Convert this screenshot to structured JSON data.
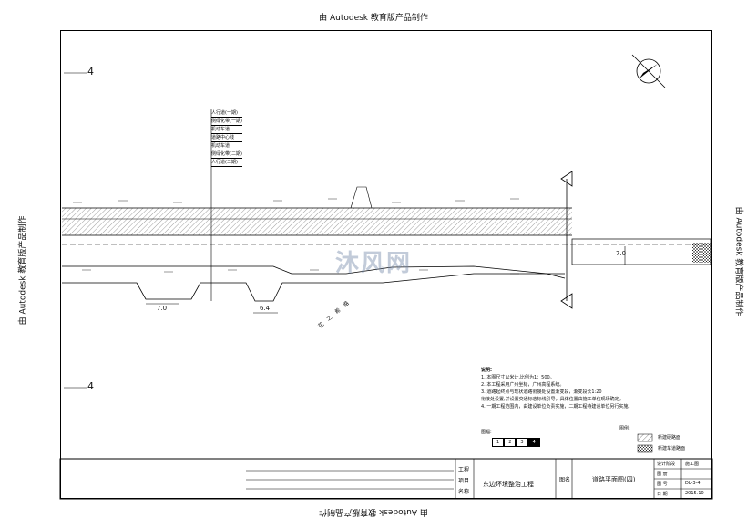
{
  "watermark": {
    "top": "由 Autodesk 教育版产品制作",
    "bottom": "由 Autodesk 教育版产品制作",
    "left": "由 Autodesk 教育版产品制作",
    "right": "由 Autodesk 教育版产品制作"
  },
  "grid_label_top": "4",
  "grid_label_bottom": "4",
  "lane_labels": [
    "人行道(一期)",
    "侧绿化带(一期)",
    "机动车道",
    "道路中心线",
    "机动车道",
    "侧绿化带(二期)",
    "人行道(二期)"
  ],
  "dims": {
    "left_width": "7.0",
    "mid_width": "6.4",
    "right_width": "7.0"
  },
  "road_name_vertical": "花之希路",
  "site_watermark": "沐风网",
  "notes": {
    "heading": "说明:",
    "items": [
      "1. 本图尺寸以米计,比例为1：500。",
      "2. 本工程采用广州坐标，广州高程系统。",
      "3. 道路起终点与现状道路衔接处设置渐变段，渐变段长1:20",
      "   衔接处设置,并设置交通标志标线引导，具体位置由施工单位现场确定。",
      "4. 一期工程范围内，由建设单位负责实施，二期工程待建设单位另行实施。"
    ]
  },
  "sheet_tabs_label": "图幅:",
  "sheet_tabs": [
    "1",
    "2",
    "3",
    "4"
  ],
  "legend": {
    "label": "图例:",
    "items": [
      "新建硬路面",
      "新建车道路面"
    ]
  },
  "title_block": {
    "project_label_1": "工程",
    "project_label_2": "项目",
    "project_label_3": "名称",
    "project_name": "东边环境整治工程",
    "drawing_label": "图名",
    "drawing_name": "道路平面图(四)",
    "rows": [
      {
        "key": "设计阶段",
        "value": "施工图"
      },
      {
        "key": "图 册",
        "value": ""
      },
      {
        "key": "图 号",
        "value": "DL-3-4"
      },
      {
        "key": "日 期",
        "value": "2015.10"
      }
    ]
  }
}
